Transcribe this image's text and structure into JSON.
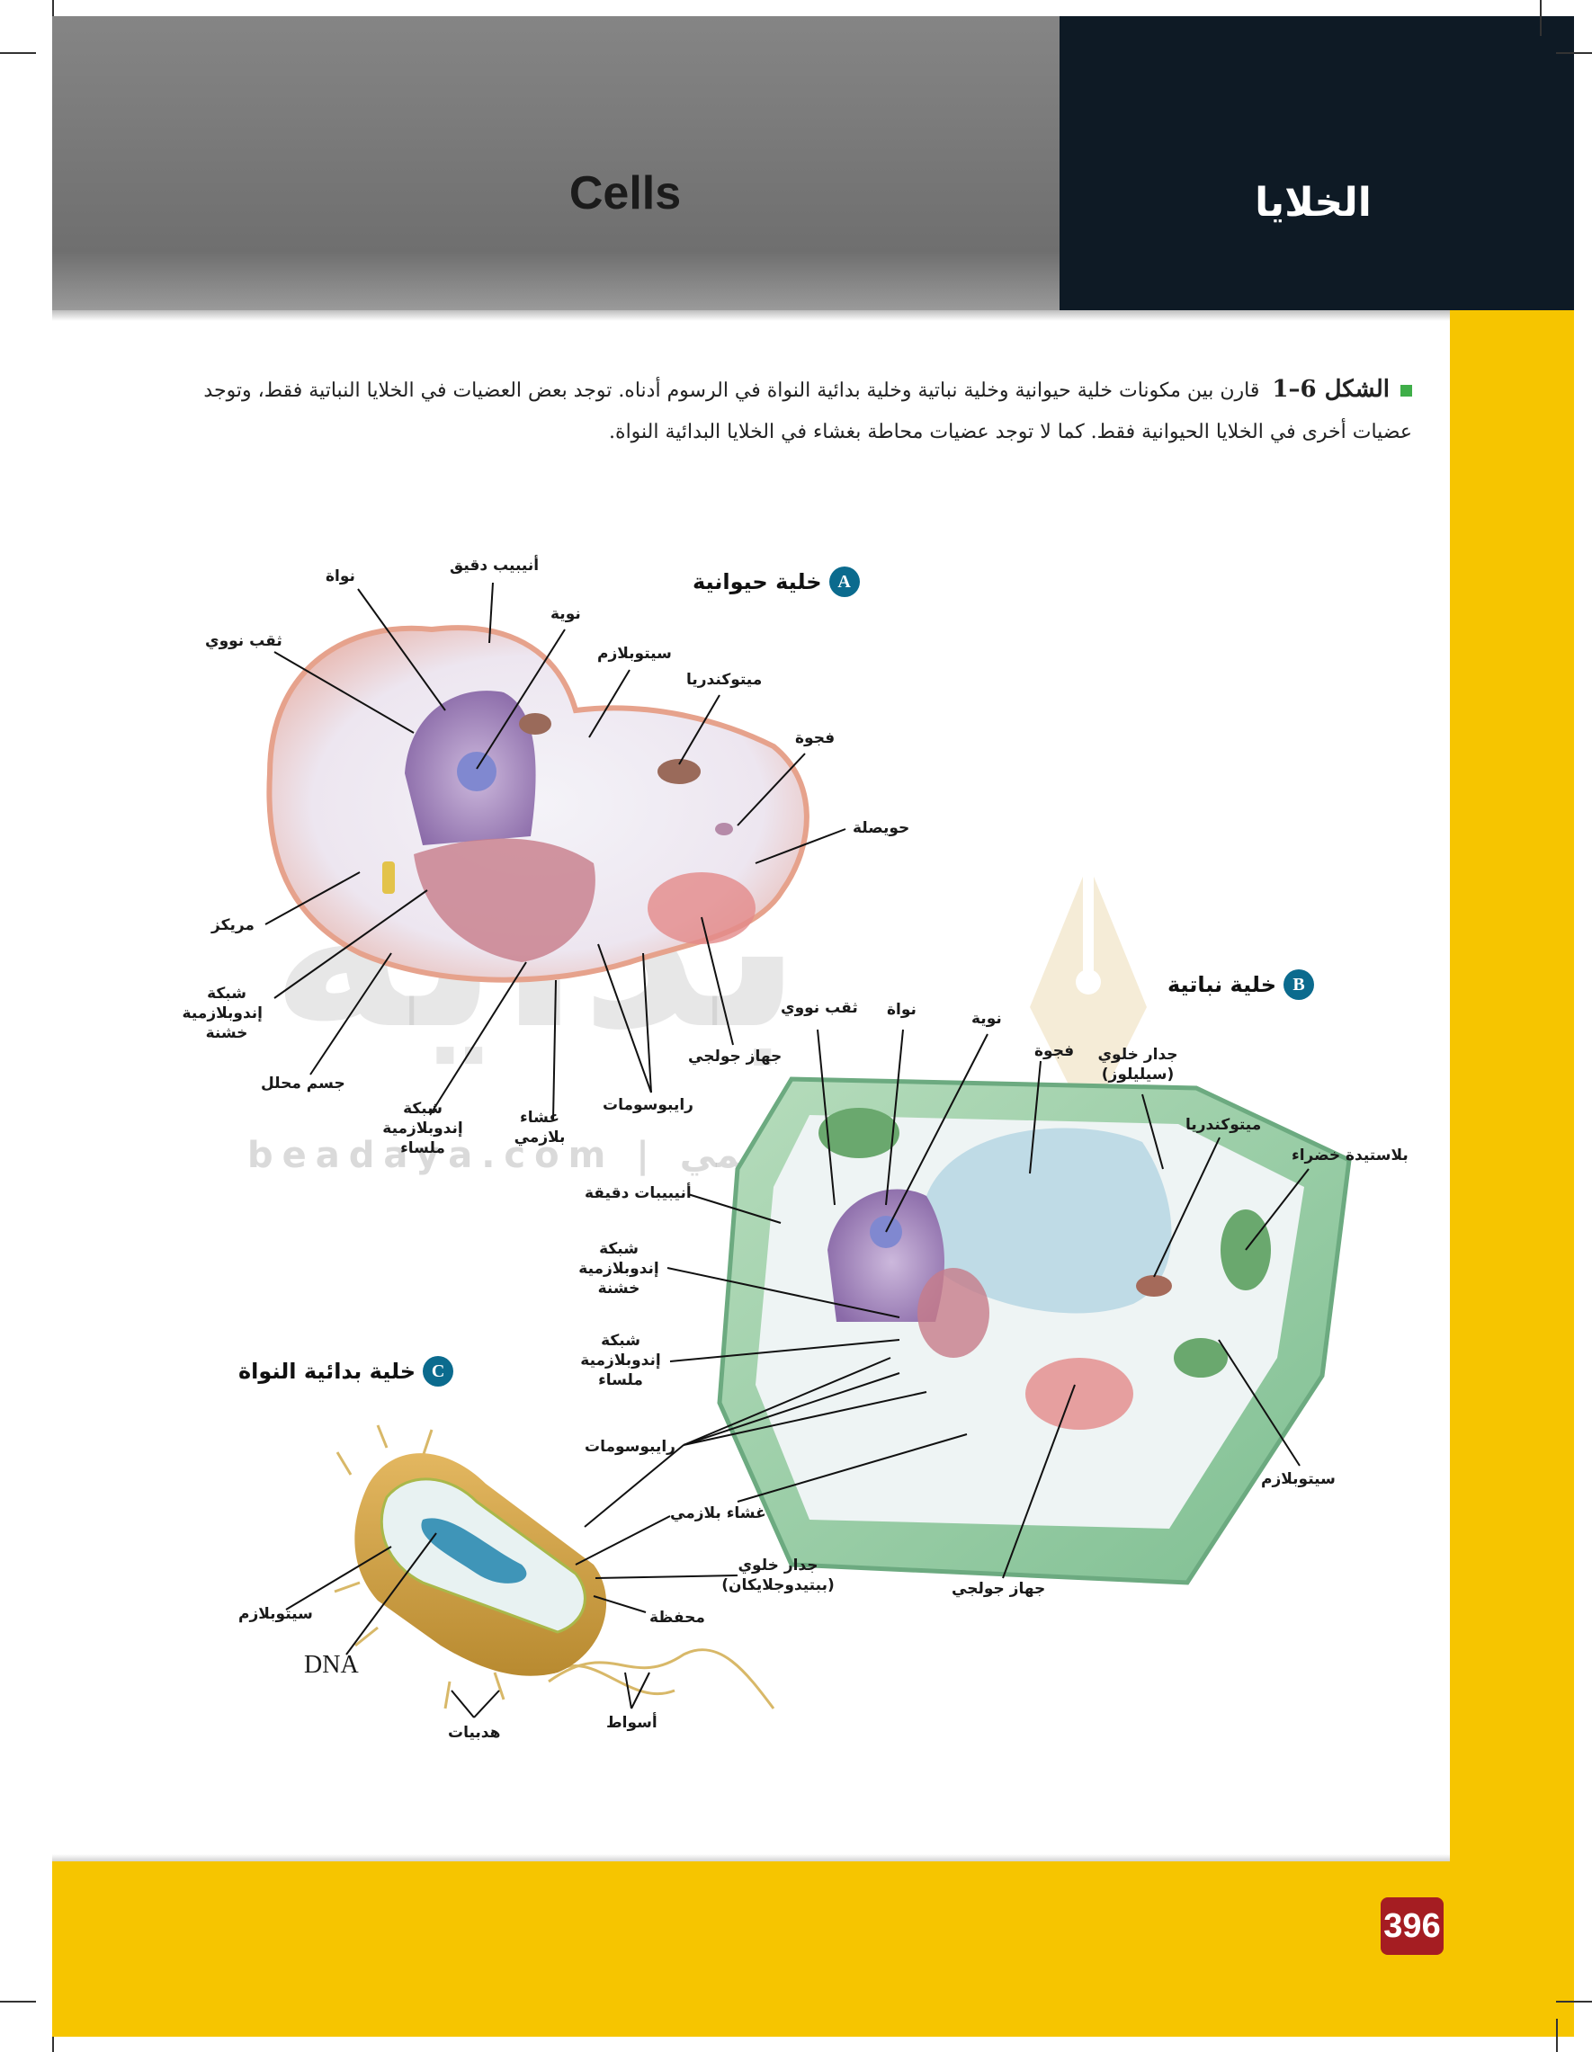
{
  "header": {
    "title_en": "Cells",
    "title_ar": "الخلايا"
  },
  "caption": {
    "figure_label": "الشكل 6–1",
    "text": "قارن بين مكونات خلية حيوانية وخلية نباتية وخلية بدائية النواة في الرسوم أدناه. توجد بعض العضيات في الخلايا النباتية فقط، وتوجد عضيات أخرى في الخلايا الحيوانية فقط. كما لا توجد عضيات محاطة بغشاء في الخلايا البدائية النواة."
  },
  "animal_cell": {
    "badge": "A",
    "title": "خلية حيوانية",
    "labels": {
      "nucleus": "نواة",
      "microtubule": "أنيبيب دقيق",
      "nuclear_pore": "ثقب نووي",
      "nucleolus": "نوية",
      "cytoplasm": "سيتوبلازم",
      "mitochondria": "ميتوكندريا",
      "vacuole": "فجوة",
      "vesicle": "حويصلة",
      "centriole": "مريكز",
      "rough_er": "شبكة إندوبلازمية خشنة",
      "lysosome": "جسم محلل",
      "smooth_er": "شبكة إندوبلازمية ملساء",
      "plasma_membrane": "غشاء بلازمي",
      "ribosomes": "رايبوسومات",
      "golgi": "جهاز جولجي"
    }
  },
  "plant_cell": {
    "badge": "B",
    "title": "خلية نباتية",
    "labels": {
      "nuclear_pore": "ثقب نووي",
      "nucleus": "نواة",
      "nucleolus": "نوية",
      "vacuole": "فجوة",
      "cell_wall": "جدار خلوي (سيليلوز)",
      "mitochondria": "ميتوكندريا",
      "chloroplast": "بلاستيدة خضراء",
      "microtubules": "أنيبيبات دقيقة",
      "rough_er": "شبكة إندوبلازمية خشنة",
      "smooth_er": "شبكة إندوبلازمية ملساء",
      "cytoplasm": "سيتوبلازم",
      "golgi": "جهاز جولجي"
    }
  },
  "prokaryote_cell": {
    "badge": "C",
    "title": "خلية بدائية النواة",
    "labels": {
      "ribosomes": "رايبوسومات",
      "plasma_membrane": "غشاء بلازمي",
      "cell_wall": "جدار خلوي (ببتيدوجلايكان)",
      "capsule": "محفظة",
      "cytoplasm": "سيتوبلازم",
      "dna": "DNA",
      "pili": "هدبيات",
      "flagella": "أسواط"
    }
  },
  "watermark": {
    "text": "beadaya.com | موقع بداية التعليمي"
  },
  "page_number": "396",
  "colors": {
    "header_gray": "#7a7a7a",
    "header_dark": "#0e1a25",
    "accent_yellow": "#f6c500",
    "page_badge": "#a51d22",
    "figure_badge": "#0b6b8e",
    "caption_square": "#3fae49"
  }
}
